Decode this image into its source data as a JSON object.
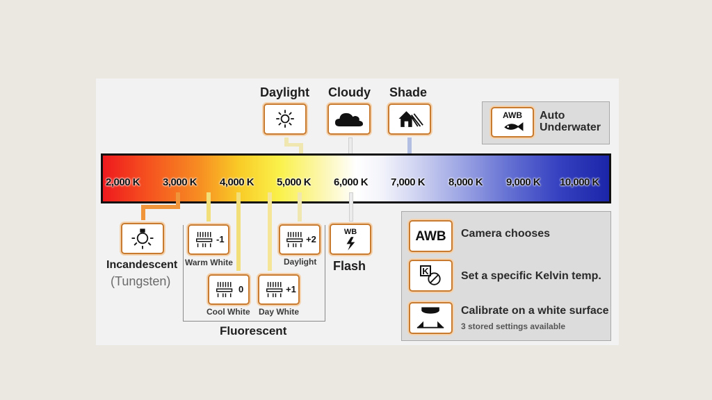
{
  "presets_top": {
    "daylight": "Daylight",
    "cloudy": "Cloudy",
    "shade": "Shade"
  },
  "auto_underwater": {
    "icon_text": "AWB",
    "label_line1": "Auto",
    "label_line2": "Underwater"
  },
  "kelvin_scale": [
    "2,000 K",
    "3,000 K",
    "4,000 K",
    "5,000 K",
    "6,000 K",
    "7,000 K",
    "8,000 K",
    "9,000 K",
    "10,000 K"
  ],
  "incandescent": {
    "label": "Incandescent",
    "sublabel": "(Tungsten)"
  },
  "fluorescent": {
    "group_label": "Fluorescent",
    "warm_white": {
      "label": "Warm White",
      "value": "-1"
    },
    "cool_white": {
      "label": "Cool White",
      "value": "0"
    },
    "day_white": {
      "label": "Day White",
      "value": "+1"
    },
    "daylight": {
      "label": "Daylight",
      "value": "+2"
    }
  },
  "flash": {
    "icon_text": "WB",
    "label": "Flash"
  },
  "legend": {
    "awb_icon_text": "AWB",
    "awb_desc": "Camera chooses",
    "kelvin_icon_text": "K",
    "kelvin_desc": "Set a specific Kelvin temp.",
    "calibrate_desc": "Calibrate on a white surface",
    "calibrate_sub": "3 stored settings available"
  },
  "colors": {
    "icon_border": "#c87a2e",
    "incandescent_line": "#f0953a",
    "fluorescent_line": "#f2df7a",
    "daylight_line": "#efe6b0",
    "cloudy_line": "#e9e9e9",
    "shade_line": "#b3bee3",
    "flash_line": "#e9e9e9"
  }
}
